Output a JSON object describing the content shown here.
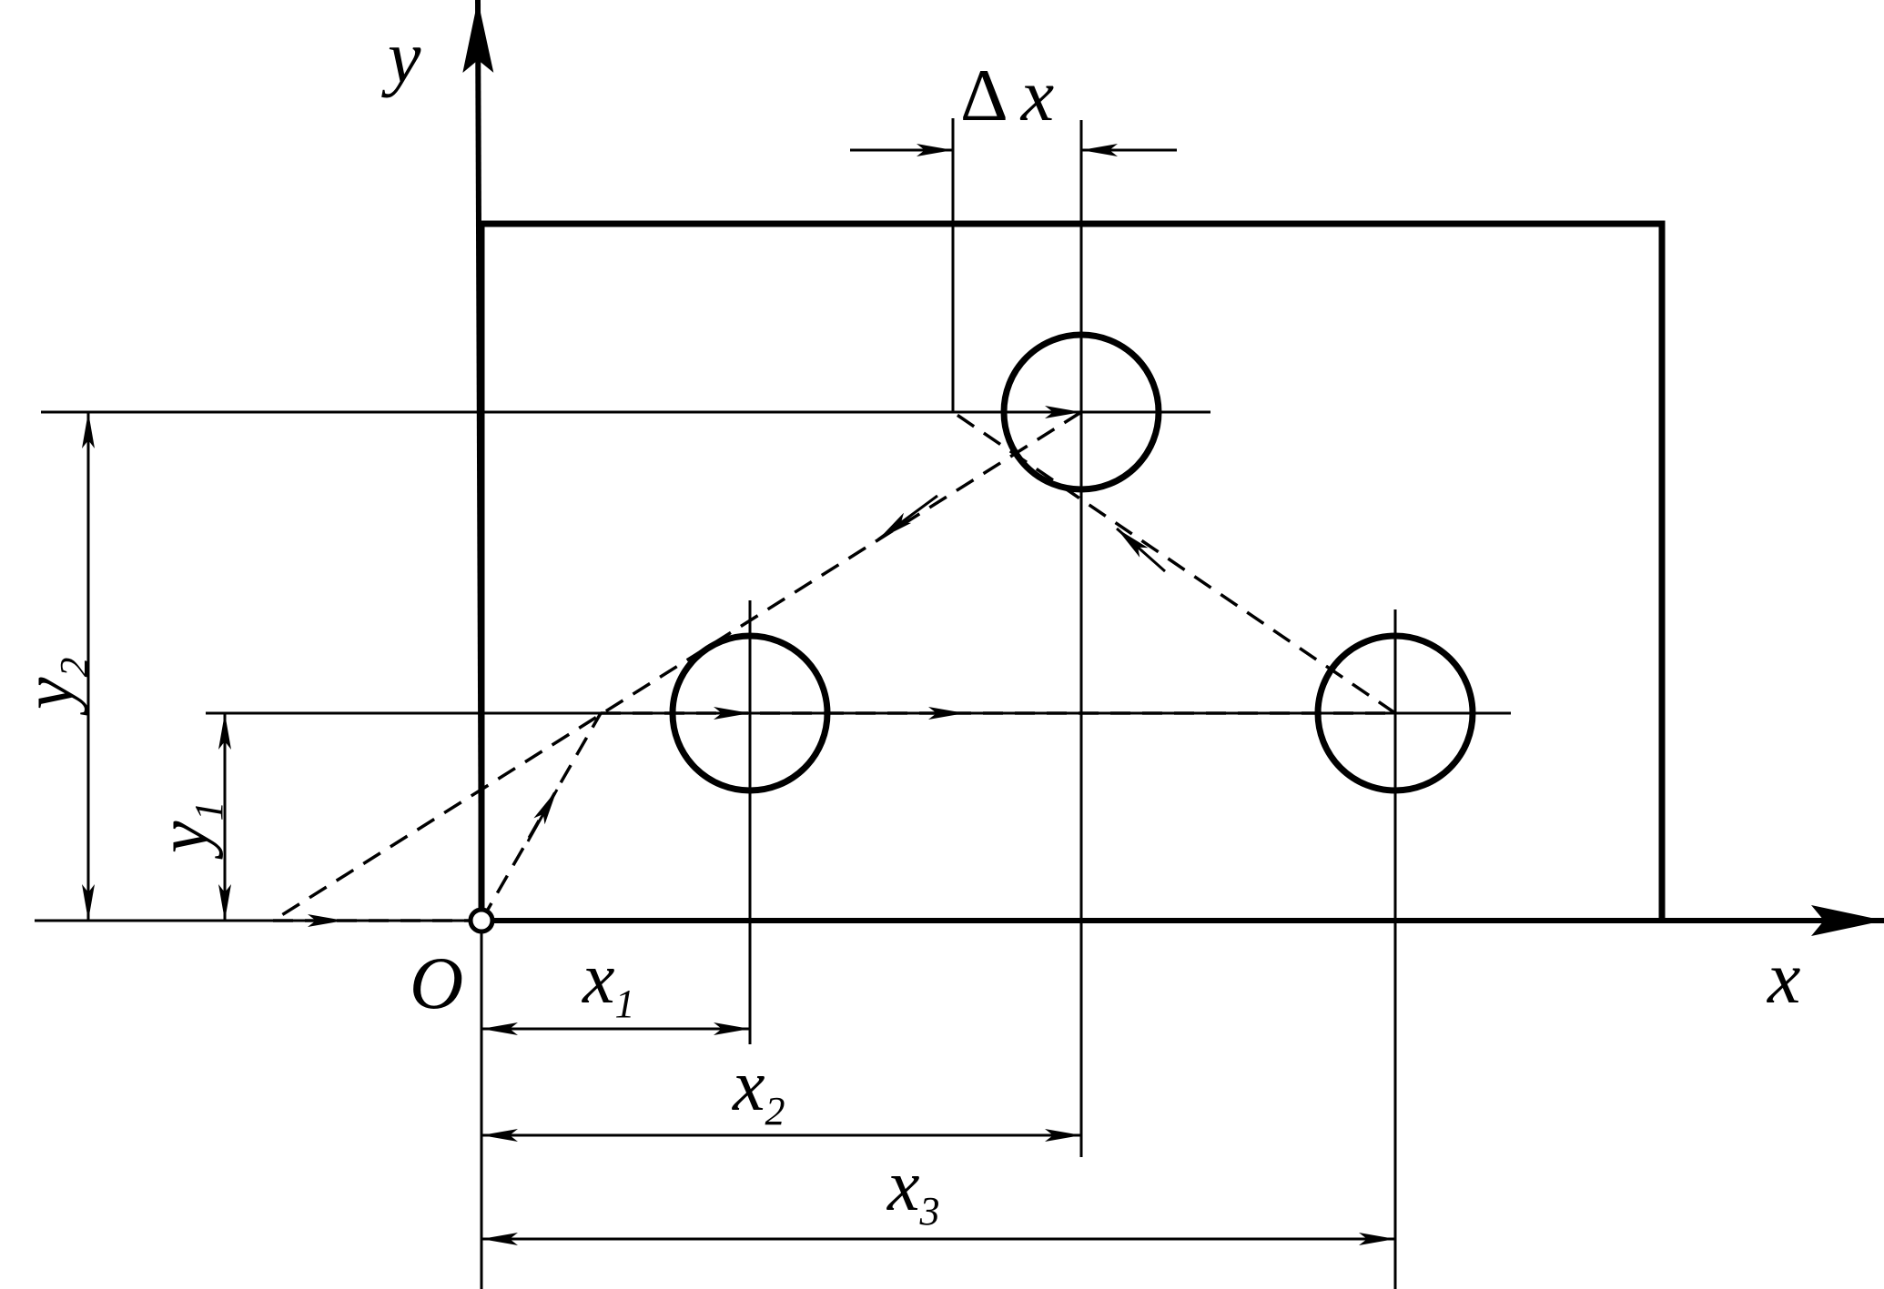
{
  "colors": {
    "ink": "#000000",
    "background": "#ffffff"
  },
  "labels": {
    "axis_y": "y",
    "axis_x": "x",
    "origin": "O",
    "delta_symbol": "Δ",
    "delta_var": "x",
    "x1": {
      "base": "x",
      "sub": "1"
    },
    "x2": {
      "base": "x",
      "sub": "2"
    },
    "x3": {
      "base": "x",
      "sub": "3"
    },
    "y1": {
      "base": "y",
      "sub": "1"
    },
    "y2": {
      "base": "y",
      "sub": "2"
    }
  }
}
